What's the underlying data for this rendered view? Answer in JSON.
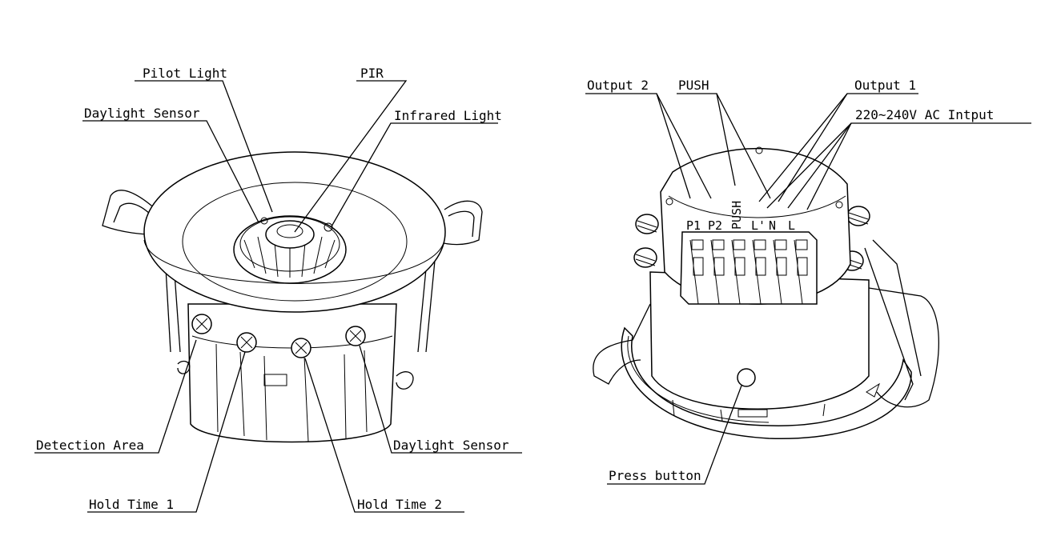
{
  "left_labels": {
    "pilot_light": "Pilot Light",
    "pir": "PIR",
    "daylight_sensor_top": "Daylight Sensor",
    "infrared_light": "Infrared Light",
    "detection_area": "Detection Area",
    "daylight_sensor_side": "Daylight Sensor",
    "hold_time_1": "Hold Time 1",
    "hold_time_2": "Hold Time 2"
  },
  "right_labels": {
    "output_2": "Output 2",
    "push": "PUSH",
    "output_1": "Output 1",
    "ac_input": "220~240V AC Intput",
    "press_button": "Press button"
  },
  "terminals": [
    "P1",
    "P2",
    "PUSH",
    "L'",
    "N",
    "L"
  ]
}
